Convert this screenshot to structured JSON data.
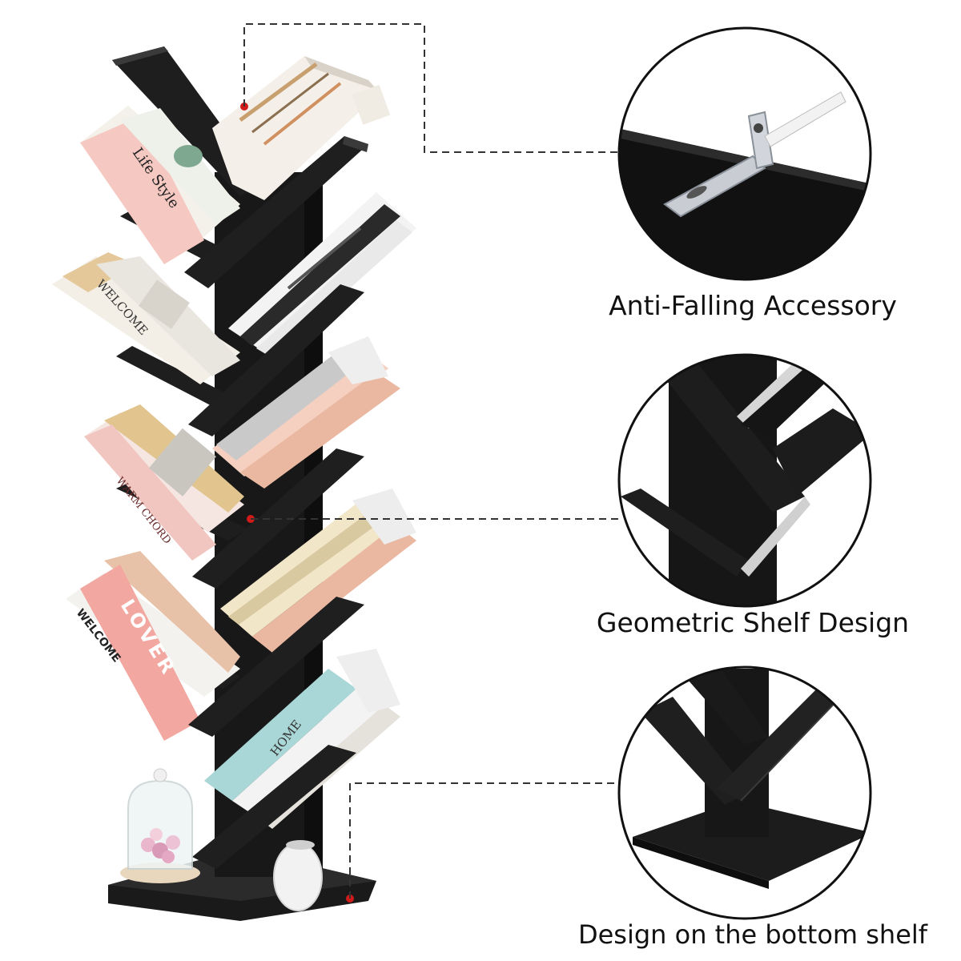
{
  "callouts": [
    {
      "label": "Anti-Falling Accessory"
    },
    {
      "label": "Geometric Shelf Design"
    },
    {
      "label": "Design on the bottom shelf"
    }
  ],
  "book_spines": {
    "life_style": "Life Style",
    "welcome_1": "WELCOME",
    "warm_chord": "WARM CHORD",
    "lover": "LOVER",
    "welcome_2": "WELCOME",
    "home": "HOME"
  },
  "colors": {
    "shelf": "#1c1c1c",
    "marker": "#d11a1a",
    "dash": "#333333",
    "pink": "#f2c6c0",
    "peach": "#eab8a0"
  }
}
